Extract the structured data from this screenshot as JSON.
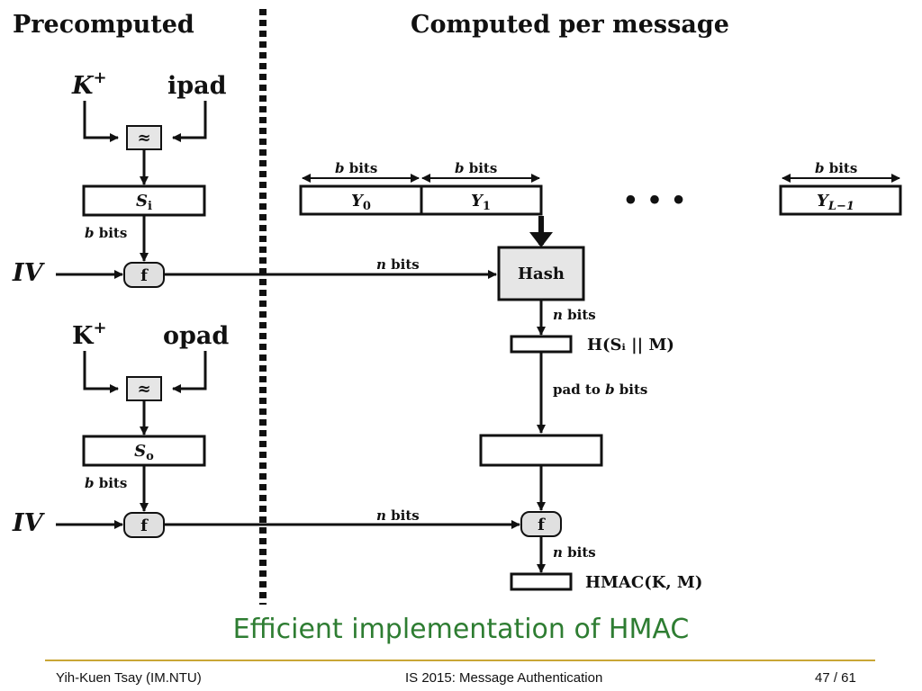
{
  "headers": {
    "precomputed": "Precomputed",
    "per_message": "Computed per message"
  },
  "inner": {
    "key": "K",
    "key_sup": "+",
    "pad": "ipad",
    "xor_symbol": "≈",
    "state": "S",
    "state_sub": "i",
    "b_bits": "b bits",
    "iv": "IV",
    "f": "f"
  },
  "outer": {
    "key": "K",
    "key_sup": "+",
    "pad": "opad",
    "xor_symbol": "≈",
    "state": "S",
    "state_sub": "o",
    "b_bits": "b bits",
    "iv": "IV",
    "f": "f"
  },
  "message": {
    "blocks": [
      {
        "base": "Y",
        "sub": "0",
        "bits": "b bits"
      },
      {
        "base": "Y",
        "sub": "1",
        "bits": "b bits"
      },
      {
        "base": "Y",
        "sub": "L−1",
        "bits": "b bits"
      }
    ],
    "ellipsis": "• • •"
  },
  "flow": {
    "n_bits": "n bits",
    "hash": "Hash",
    "inner_result": "H(Sᵢ || M)",
    "pad_to": "pad to b bits",
    "final_f": "f",
    "output": "HMAC(K, M)"
  },
  "caption": "Efficient implementation of HMAC",
  "footer": {
    "author": "Yih-Kuen Tsay (IM.NTU)",
    "title": "IS 2015: Message Authentication",
    "page": "47 / 61"
  }
}
